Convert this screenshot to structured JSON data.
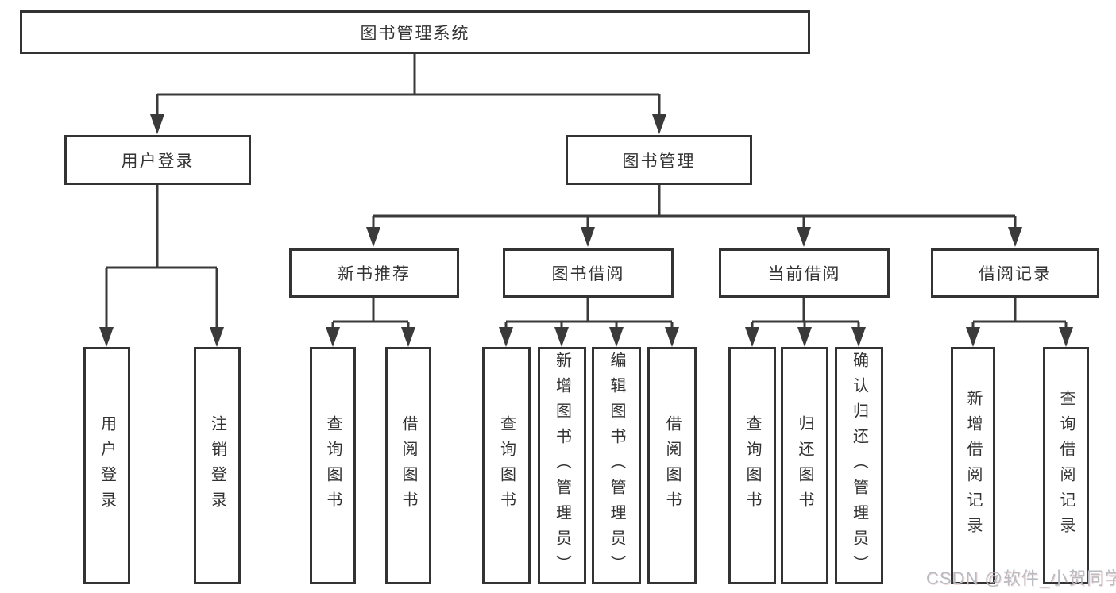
{
  "tree": {
    "root": {
      "label": "图书管理系统"
    },
    "branches": [
      {
        "label": "用户登录",
        "children": [
          {
            "label": "用户登录"
          },
          {
            "label": "注销登录"
          }
        ]
      },
      {
        "label": "图书管理",
        "groups": [
          {
            "label": "新书推荐",
            "children": [
              {
                "label": "查询图书"
              },
              {
                "label": "借阅图书"
              }
            ]
          },
          {
            "label": "图书借阅",
            "children": [
              {
                "label": "查询图书"
              },
              {
                "label": "新增图书（管理员）"
              },
              {
                "label": "编辑图书（管理员）"
              },
              {
                "label": "借阅图书"
              }
            ]
          },
          {
            "label": "当前借阅",
            "children": [
              {
                "label": "查询图书"
              },
              {
                "label": "归还图书"
              },
              {
                "label": "确认归还（管理员）"
              }
            ]
          },
          {
            "label": "借阅记录",
            "children": [
              {
                "label": "新增借阅记录"
              },
              {
                "label": "查询借阅记录"
              }
            ]
          }
        ]
      }
    ]
  },
  "watermark": "CSDN @软件_小贺同学",
  "colors": {
    "line": "#3a3a3a",
    "border": "#333333",
    "text": "#333333",
    "background": "#ffffff",
    "watermark": "#b7bbc2"
  }
}
